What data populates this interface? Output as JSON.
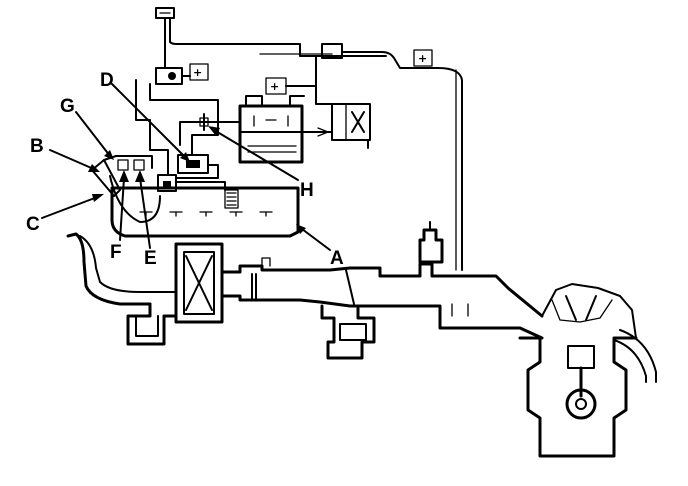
{
  "callouts": [
    {
      "id": "A",
      "label": "A"
    },
    {
      "id": "B",
      "label": "B"
    },
    {
      "id": "C",
      "label": "C"
    },
    {
      "id": "D",
      "label": "D"
    },
    {
      "id": "E",
      "label": "E"
    },
    {
      "id": "F",
      "label": "F"
    },
    {
      "id": "G",
      "label": "G"
    },
    {
      "id": "H",
      "label": "H"
    }
  ],
  "colors": {
    "ink": "#000000",
    "paper": "#ffffff"
  },
  "icons": [
    "ground-symbol-icon",
    "battery-icon",
    "solenoid-valve-icon",
    "canister-icon",
    "engine-cylinder-icon",
    "air-filter-icon"
  ]
}
